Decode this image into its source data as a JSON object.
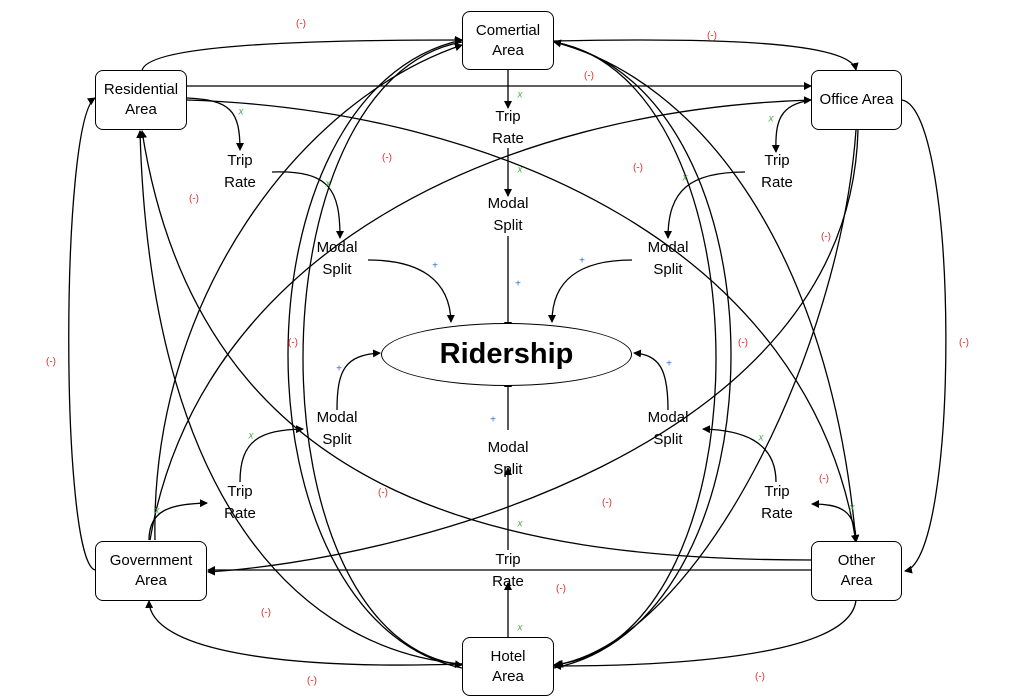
{
  "colors": {
    "negative": "#e03030",
    "positive": "#2a6fd6",
    "ratio": "#4caf50",
    "line": "#000000"
  },
  "areas": {
    "comertial": [
      "Comertial",
      "Area"
    ],
    "residential": [
      "Residential",
      "Area"
    ],
    "office": [
      "Office Area"
    ],
    "government": [
      "Government",
      "Area"
    ],
    "other": [
      "Other",
      "Area"
    ],
    "hotel": [
      "Hotel",
      "Area"
    ]
  },
  "center": {
    "label": "Ridership"
  },
  "nodes": {
    "trip_rate": [
      "Trip",
      "Rate"
    ],
    "modal_split": [
      "Modal",
      "Split"
    ]
  },
  "polarity": {
    "negative": "(-)",
    "positive": "+",
    "ratio": "x"
  }
}
